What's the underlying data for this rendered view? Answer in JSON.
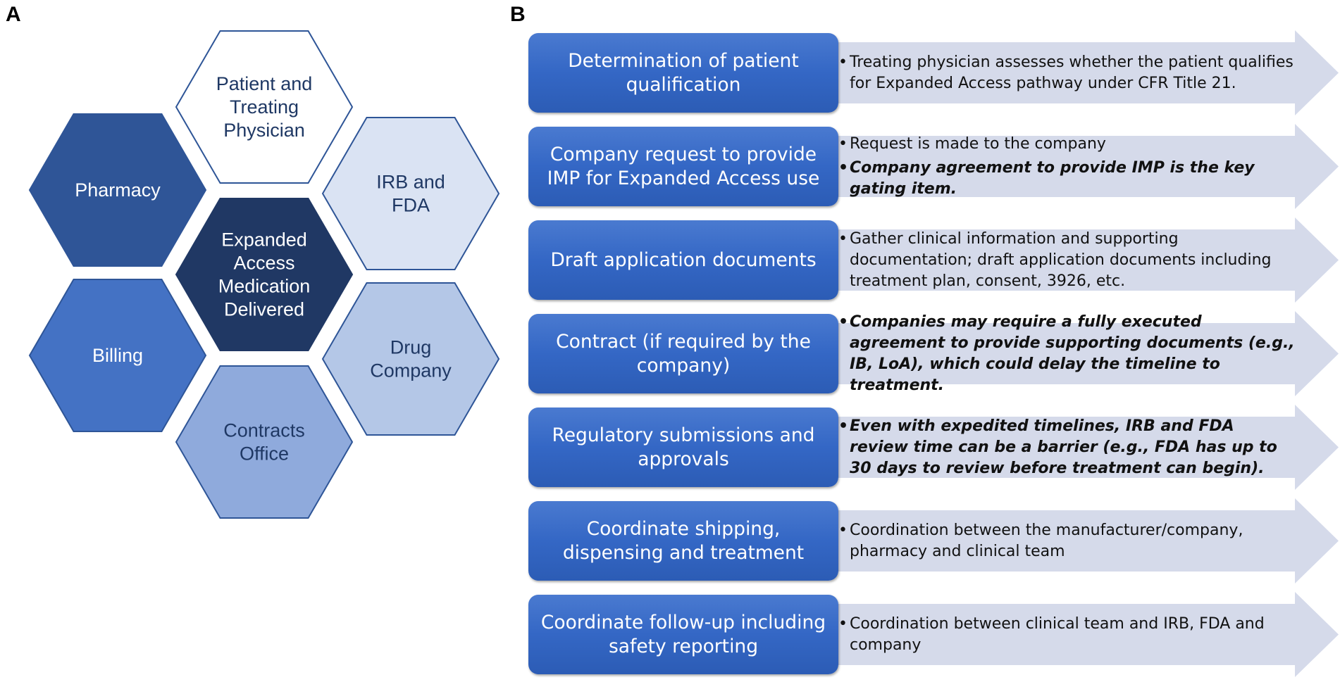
{
  "panels": {
    "a_label": "A",
    "b_label": "B"
  },
  "hexagons": [
    {
      "id": "patient",
      "lines": [
        "Patient and",
        "Treating",
        "Physician"
      ],
      "fill": "#ffffff",
      "stroke": "#2e5597",
      "text_color": "#1f3864"
    },
    {
      "id": "pharmacy",
      "lines": [
        "Pharmacy"
      ],
      "fill": "#2f5597",
      "stroke": "#2f5597",
      "text_color": "#ffffff"
    },
    {
      "id": "irb",
      "lines": [
        "IRB and",
        "FDA"
      ],
      "fill": "#dae3f3",
      "stroke": "#2e5597",
      "text_color": "#1f3864"
    },
    {
      "id": "center",
      "lines": [
        "Expanded",
        "Access",
        "Medication",
        "Delivered"
      ],
      "fill": "#203864",
      "stroke": "#203864",
      "text_color": "#ffffff"
    },
    {
      "id": "billing",
      "lines": [
        "Billing"
      ],
      "fill": "#4472c4",
      "stroke": "#2e5597",
      "text_color": "#ffffff"
    },
    {
      "id": "drug",
      "lines": [
        "Drug",
        "Company"
      ],
      "fill": "#b4c7e7",
      "stroke": "#2e5597",
      "text_color": "#1f3864"
    },
    {
      "id": "contracts",
      "lines": [
        "Contracts",
        "Office"
      ],
      "fill": "#8faadc",
      "stroke": "#2e5597",
      "text_color": "#1f3864"
    }
  ],
  "steps": [
    {
      "title": "Determination of patient qualification",
      "bullets": [
        {
          "text": "Treating physician assesses whether the patient qualifies for Expanded Access pathway under CFR Title 21.",
          "bold": false
        }
      ]
    },
    {
      "title": "Company request to provide IMP for Expanded Access use",
      "bullets": [
        {
          "text": "Request is made to the company",
          "bold": false
        },
        {
          "text": "Company agreement to provide IMP is the key gating item.",
          "bold": true
        }
      ]
    },
    {
      "title": "Draft application documents",
      "bullets": [
        {
          "text": "Gather clinical information and supporting documentation; draft application documents including treatment plan, consent, 3926, etc.",
          "bold": false
        }
      ]
    },
    {
      "title": "Contract (if required by the company)",
      "bullets": [
        {
          "text": "Companies may require a fully executed agreement to provide supporting documents (e.g., IB, LoA), which could delay the timeline to treatment.",
          "bold": true
        }
      ]
    },
    {
      "title": "Regulatory submissions and approvals",
      "bullets": [
        {
          "text": "Even with expedited timelines, IRB and FDA review time can be a barrier (e.g., FDA has up to 30 days to review before treatment can begin).",
          "bold": true
        }
      ]
    },
    {
      "title": "Coordinate shipping, dispensing and treatment",
      "bullets": [
        {
          "text": "Coordination between the manufacturer/company, pharmacy and clinical team",
          "bold": false
        }
      ]
    },
    {
      "title": "Coordinate follow-up including safety reporting",
      "bullets": [
        {
          "text": "Coordination between clinical team and IRB, FDA and company",
          "bold": false
        }
      ]
    }
  ]
}
